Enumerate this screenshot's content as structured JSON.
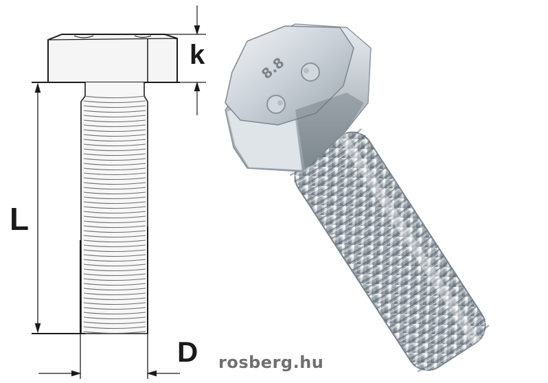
{
  "diagram": {
    "labels": {
      "head_height": "k",
      "length": "L",
      "diameter": "D"
    },
    "watermark": "rosberg.hu",
    "head_marking": "8.8",
    "colors": {
      "line": "#1a1a1a",
      "drawing_fill": "#f4f4f4",
      "metal_light": "#e9edf1",
      "metal_mid": "#b7c0c8",
      "metal_dark": "#6d7780",
      "watermark": "#6f6f6f"
    },
    "icons": {
      "technical_drawing": "hex-bolt-side-view-drawing",
      "photo": "hex-bolt-photo"
    }
  }
}
